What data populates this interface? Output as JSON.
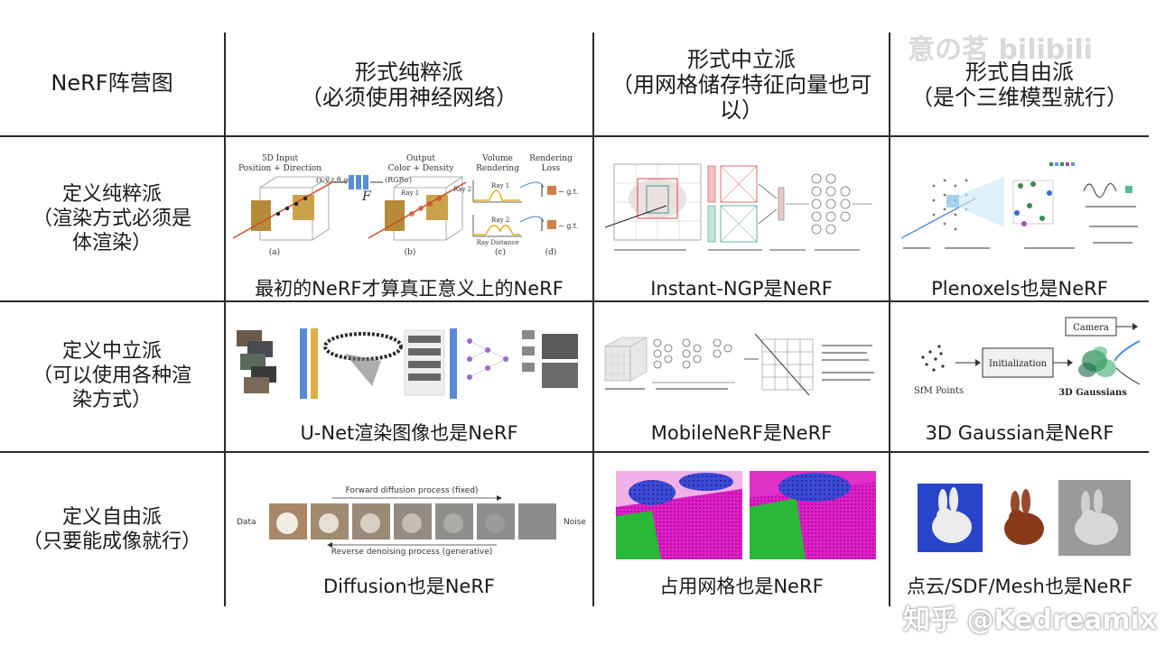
{
  "corner": "NeRF阵营图",
  "columns": [
    {
      "line1": "形式纯粹派",
      "line2": "（必须使用神经网络）",
      "line3": ""
    },
    {
      "line1": "形式中立派",
      "line2": "（用网格储存特征向量也可",
      "line3": "以）"
    },
    {
      "line1": "形式自由派",
      "line2": "（是个三维模型就行）",
      "line3": ""
    }
  ],
  "rows": [
    {
      "line1": "定义纯粹派",
      "line2": "（渲染方式必须是",
      "line3": "体渲染）"
    },
    {
      "line1": "定义中立派",
      "line2": "（可以使用各种渲",
      "line3": "染方式）"
    },
    {
      "line1": "定义自由派",
      "line2": "（只要能成像就行）",
      "line3": ""
    }
  ],
  "captions": [
    [
      "最初的NeRF才算真正意义上的NeRF",
      "Instant-NGP是NeRF",
      "Plenoxels也是NeRF"
    ],
    [
      "U-Net渲染图像也是NeRF",
      "MobileNeRF是NeRF",
      "3D Gaussian是NeRF"
    ],
    [
      "Diffusion也是NeRF",
      "占用网格也是NeRF",
      "点云/SDF/Mesh也是NeRF"
    ]
  ],
  "figures": {
    "nerf": {
      "input_title": "5D Input",
      "input_sub": "Position + Direction",
      "output_title": "Output",
      "output_sub": "Color + Density",
      "vr_title": "Volume",
      "vr_sub": "Rendering",
      "loss_title": "Rendering",
      "loss_sub": "Loss",
      "xyz": "(x,y,z,θ,φ)",
      "rgb": "(RGBσ)",
      "f": "F",
      "ray1": "Ray 1",
      "ray2": "Ray 2",
      "raydist": "Ray Distance",
      "a": "(a)",
      "b": "(b)",
      "c": "(c)",
      "d": "(d)",
      "gt": "− g.t."
    },
    "gs": {
      "camera": "Camera",
      "init": "Initialization",
      "sfm": "SfM Points",
      "g3d": "3D Gaussians"
    },
    "diff": {
      "forward": "Forward diffusion process (fixed)",
      "reverse": "Reverse denoising process (generative)",
      "data": "Data",
      "noise": "Noise"
    }
  },
  "watermarks": {
    "top_right": "意の茗 bilibili",
    "bottom_right": "知乎 @Kedreamix"
  }
}
